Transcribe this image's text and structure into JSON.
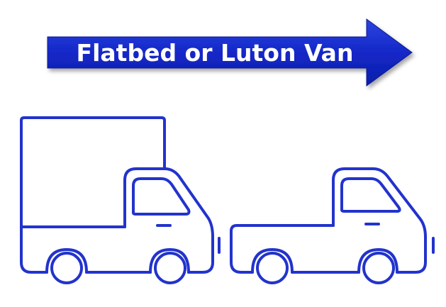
{
  "banner": {
    "label": "Flatbed or Luton Van",
    "fill_color": "#1428c8",
    "text_color": "#ffffff"
  },
  "vehicles": [
    {
      "kind": "luton-van"
    },
    {
      "kind": "flatbed-truck"
    }
  ],
  "colors": {
    "outline": "#2233cc",
    "background": "#ffffff"
  }
}
